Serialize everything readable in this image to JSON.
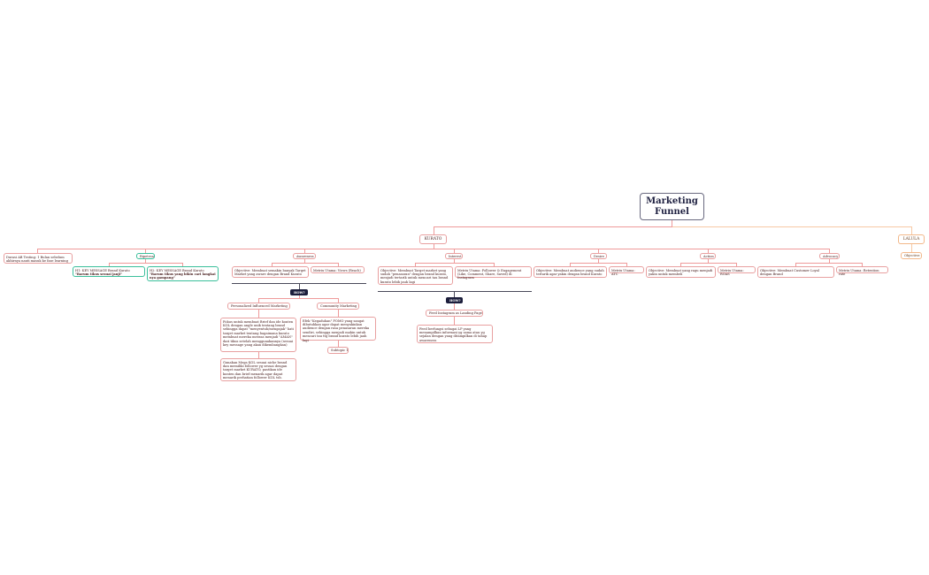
{
  "root": {
    "title": "Marketing Funnel"
  },
  "brands": [
    {
      "label": "KURATO",
      "color": "#ef9a9a"
    },
    {
      "label": "LALULA",
      "color": "#f2b88a",
      "children": [
        "Objective:"
      ]
    }
  ],
  "kurato": {
    "ab_testing": "Durasi AB Testing: 1 Bulan sebelum akhirnya nanti masuk ke fase learning",
    "ripetesa": {
      "label": "Ripetesa",
      "items": [
        {
          "prefix": "H1: KEY MESSAGE Brand Kurato ",
          "bold": "\"Barum tikus sesuai janji\""
        },
        {
          "prefix": "H2: KEY MESSAGE Brand Kurato ",
          "bold": "\"Barum tikus yang bikin cari langkai nya gampang\""
        }
      ]
    },
    "awareness": {
      "label": "Awareness",
      "objective": "Objective: Membuat semakin banyak Target Market yang aware dengan Brand Kurato",
      "metric": "Metrix Utama: Views (Reach)",
      "how": "HOW?",
      "strategies": [
        {
          "label": "Personalized Influenced Marketing",
          "details": [
            "Fokus untuk membuat Brief dan ide konten KOL dengan angle unik tentang brand sehingga dapat \"menyentuh/mengajak\" hati target market tentang bagaimana kurato membuat mereka merasa menjadi \"AMAN\" dari tikus setelah menggunakannya (sesuai key message yang akan dikembangkan)",
            "Gunakan Mega KOL sesuai niche brand dan memiliki follower yg sesuai dengan target market KURATO, pastikan ide konten dan brief menarik agar dapat menarik perhatian follower KOL tsb."
          ]
        },
        {
          "label": "Community Marketing",
          "details": [
            "Efek \"Kegaduhan\" FOMO yang sangat dibutuhkan agar dapat menyakinkan audience dengan rasa penasaran mereka sendiri, sehingga menjadi makin untuk mencari tau ttg brand kurato lebih jauh lagi"
          ],
          "subtopic": "Subtopic 1"
        }
      ]
    },
    "interest": {
      "label": "Interest",
      "objective": "Objective: Membuat Target market yang sudah \"penasaran\" dengan brand kurato, menjadi tertarik untuk mencari tau brand kurato lebih jauh lagi",
      "metric": "Metrix Utama: Follower & Engagement (Like, Comment, Share, Saved) di Instagram",
      "how": "HOW?",
      "strategy": "Feed Instagram as Landing Page",
      "detail": "Feed berfungsi sebagai LP yang menampilkan informasi yg sama atau yg sejalan dengan yang ditampilkan di tahap awareness"
    },
    "desire": {
      "label": "Desire",
      "objective": "Objective: Membuat audience yang sudah tertarik agar yakin dengan brand Kurato",
      "metric": "Metrix Utama: ATC"
    },
    "action": {
      "label": "Action",
      "objective": "Objective: Membuat yang ragu menjadi yakin untuk membeli",
      "metric": "Metrix Utama: ROAS"
    },
    "advocacy": {
      "label": "Advocacy",
      "objective": "Objective: Membuat Customer Loyal dengan Brand",
      "metric": "Metrix Utama: Retention rate"
    }
  }
}
